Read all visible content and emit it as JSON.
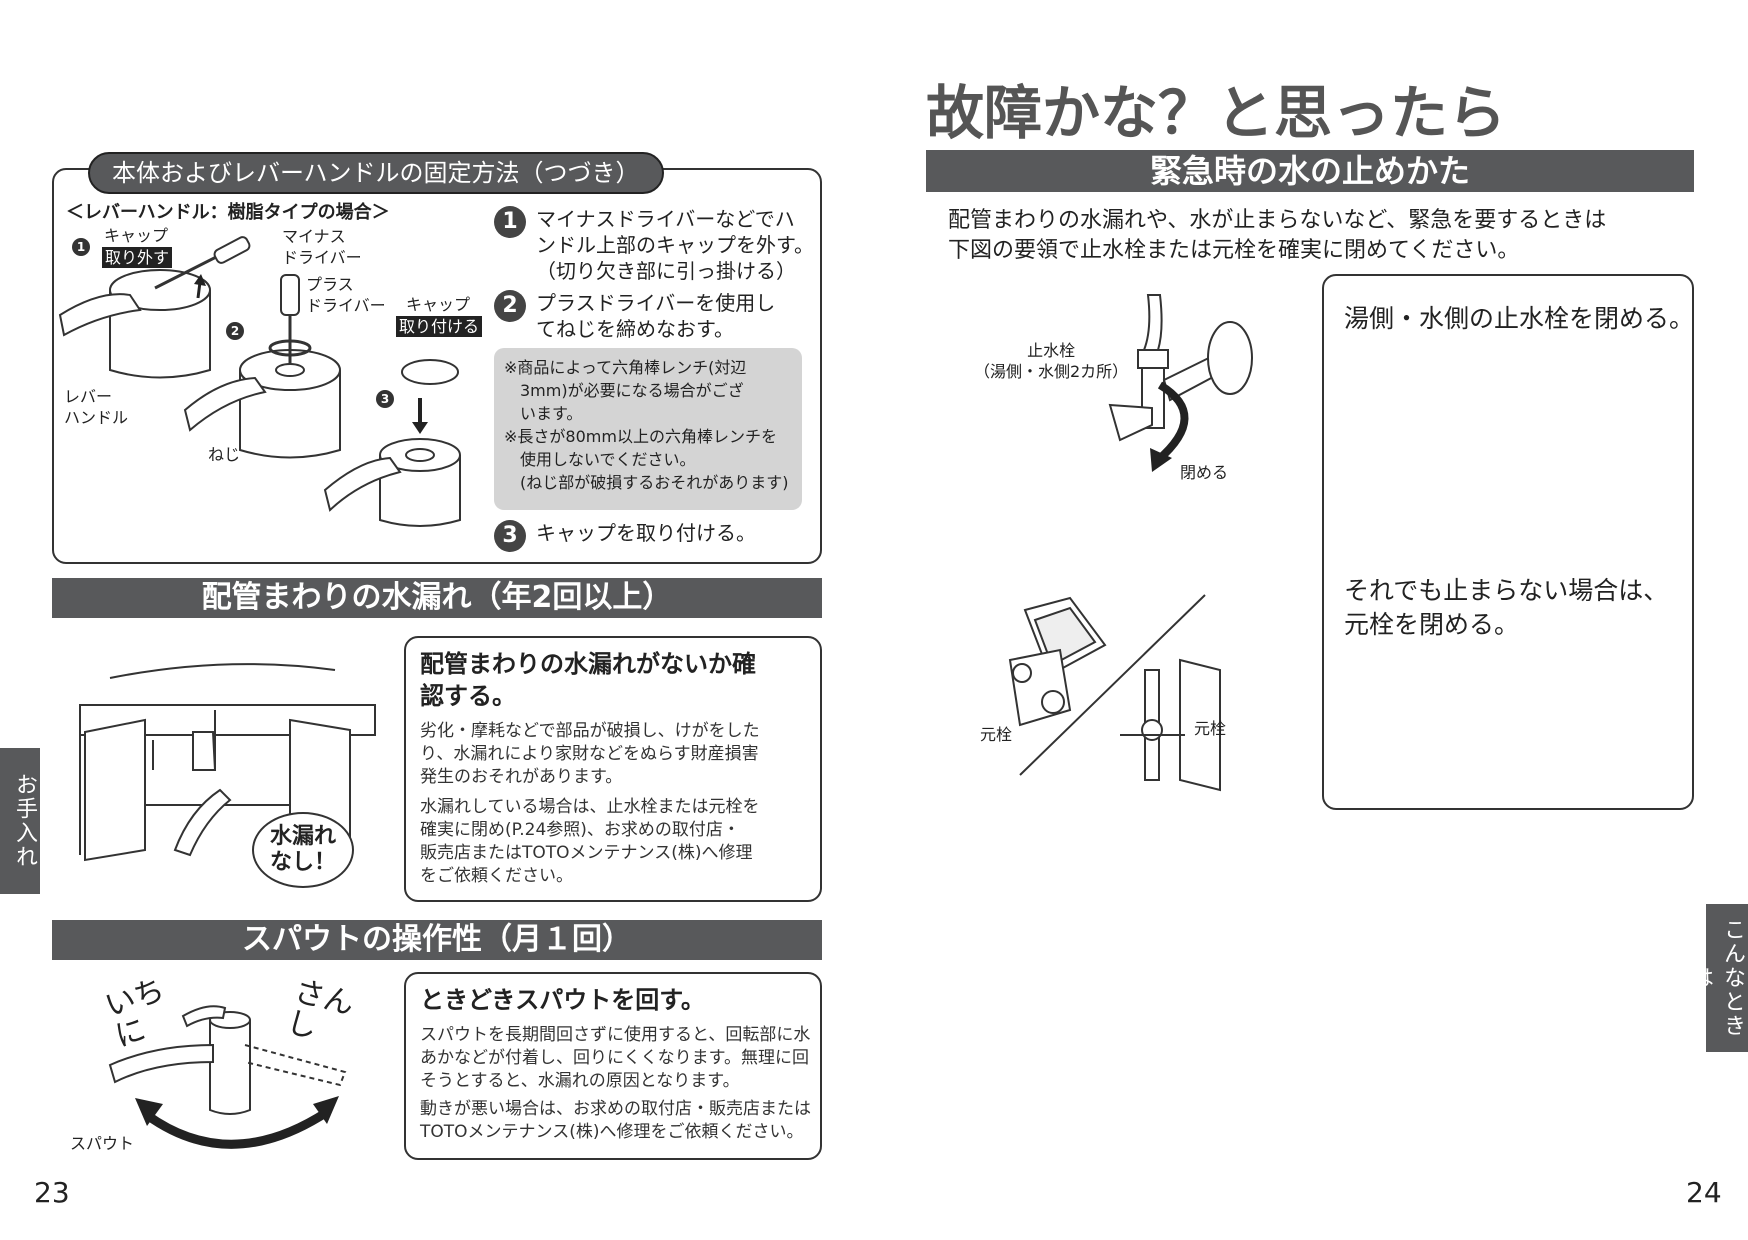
{
  "left_page": {
    "page_number": "23",
    "side_tab": "お手入れ",
    "fixing": {
      "title": "本体およびレバーハンドルの固定方法（つづき）",
      "subtitle": "＜レバーハンドル：樹脂タイプの場合＞",
      "labels": {
        "cap1": "キャップ",
        "remove_tag": "取り外す",
        "minus_driver": "マイナス\nドライバー",
        "plus_driver": "プラス\nドライバー",
        "cap2": "キャップ",
        "attach_tag": "取り付ける",
        "lever": "レバー\nハンドル",
        "screw": "ねじ",
        "n1": "1",
        "n2": "2",
        "n3": "3"
      },
      "steps": [
        {
          "num": "1",
          "text": "マイナスドライバーなどでハ\nンドル上部のキャップを外す。\n（切り欠き部に引っ掛ける）"
        },
        {
          "num": "2",
          "text": "プラスドライバーを使用し\nてねじを締めなおす。"
        },
        {
          "num": "3",
          "text": "キャップを取り付ける。"
        }
      ],
      "note": "※商品によって六角棒レンチ(対辺\n　3mm)が必要になる場合がござ\n　います。\n※長さが80mm以上の六角棒レンチを\n　使用しないでください。\n　(ねじ部が破損するおそれがあります)"
    },
    "leak": {
      "bar": "配管まわりの水漏れ（年2回以上）",
      "heading": "配管まわりの水漏れがないか確\n認する。",
      "p1": "劣化・摩耗などで部品が破損し、けがをした\nり、水漏れにより家財などをぬらす財産損害\n発生のおそれがあります。",
      "p2": "水漏れしている場合は、止水栓または元栓を\n確実に閉め(P.24参照)、お求めの取付店・\n販売店またはTOTOメンテナンス(株)へ修理\nをご依頼ください。",
      "bubble": "水漏れ\nなし！"
    },
    "spout": {
      "bar": "スパウトの操作性（月１回）",
      "heading": "ときどきスパウトを回す。",
      "p1": "スパウトを長期間回さずに使用すると、回転部に水\nあかなどが付着し、回りにくくなります。無理に回\nそうとすると、水漏れの原因となります。",
      "p2": "動きが悪い場合は、お求めの取付店・販売店または\nTOTOメンテナンス(株)へ修理をご依頼ください。",
      "ichini": "いち\nに",
      "sanshi": "さん\nし",
      "spout_label": "スパウト"
    }
  },
  "right_page": {
    "page_number": "24",
    "side_tab": "こんなときは",
    "title": "故障かな？と思ったら",
    "bar": "緊急時の水の止めかた",
    "intro": "配管まわりの水漏れや、水が止まらないなど、緊急を要するときは\n下図の要領で止水栓または元栓を確実に閉めてください。",
    "valve_label": "止水栓\n（湯側・水側2カ所）",
    "close_label": "閉める",
    "main_label_1": "元栓",
    "main_label_2": "元栓",
    "step1": "湯側・水側の止水栓を閉める。",
    "step2": "それでも止まらない場合は、\n元栓を閉める。"
  }
}
